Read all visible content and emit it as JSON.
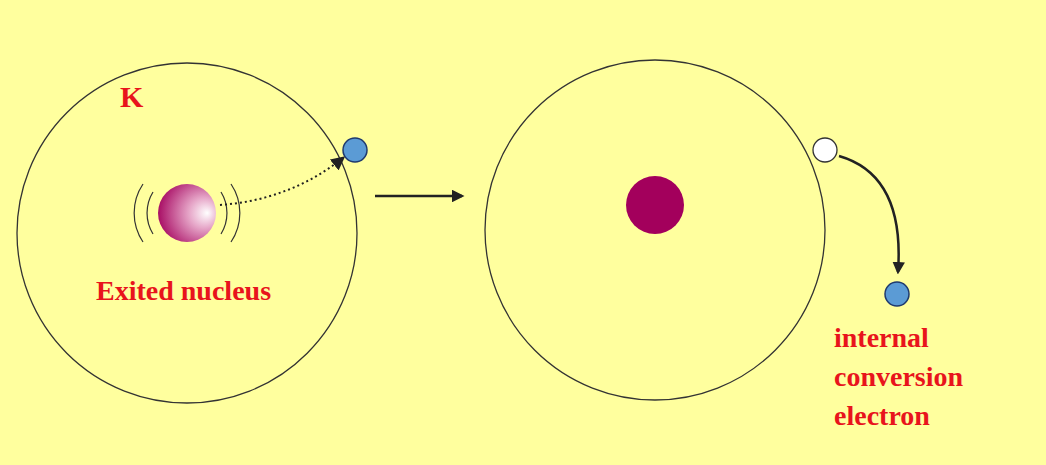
{
  "diagram": {
    "labels": [
      "K",
      "Exited nucleus",
      "internal conversion electron"
    ]
  }
}
